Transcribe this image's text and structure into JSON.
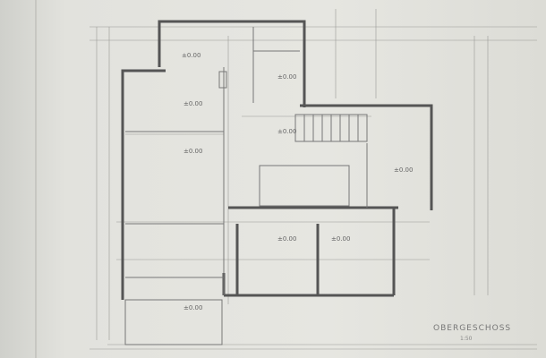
{
  "plan": {
    "title": "OBERGESCHOSS",
    "scale": "1:50",
    "level_labels": [
      "±0.00",
      "±0.00",
      "±0.00",
      "±0.00",
      "±0.00",
      "±0.00",
      "±0.00",
      "±0.00",
      "±0.00"
    ]
  }
}
